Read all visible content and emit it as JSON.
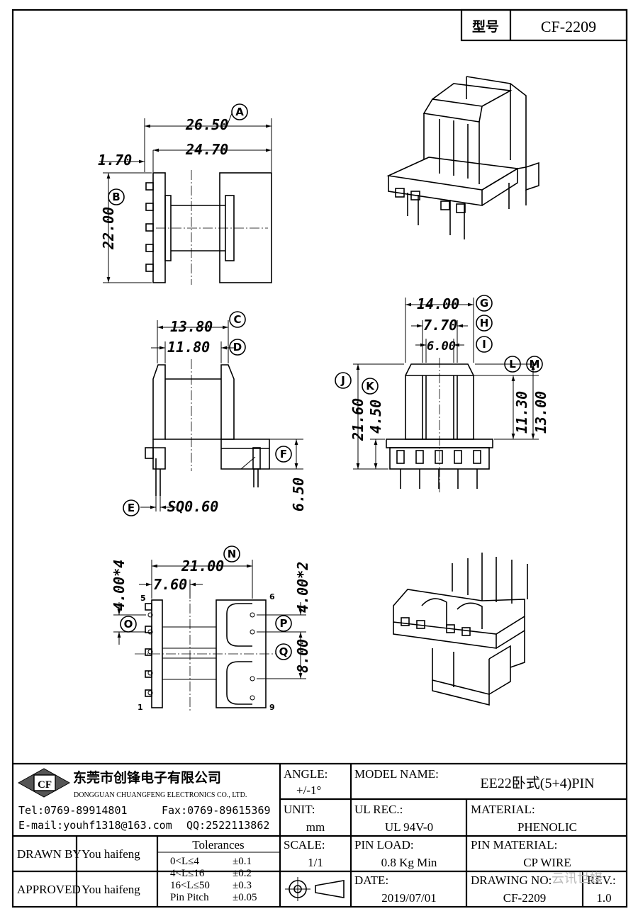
{
  "title_box": {
    "label": "型号",
    "value": "CF-2209"
  },
  "dimensions": {
    "A": "26.50",
    "a2": "24.70",
    "a3": "1.70",
    "B": "22.00",
    "C": "13.80",
    "D": "11.80",
    "E": "SQ0.60",
    "F": "6.50",
    "G": "14.00",
    "H": "7.70",
    "I": "6.00",
    "J": "21.60",
    "K": "4.50",
    "L": "11.30",
    "M": "13.00",
    "N": "21.00",
    "n2": "7.60",
    "O": "4.00*4",
    "P": "4.00*2",
    "Q": "8.00"
  },
  "callouts": [
    "A",
    "B",
    "C",
    "D",
    "E",
    "F",
    "G",
    "H",
    "I",
    "J",
    "K",
    "L",
    "M",
    "N",
    "O",
    "P",
    "Q"
  ],
  "pin_numbers": {
    "p1": "1",
    "p5": "5",
    "p6": "6",
    "p9": "9"
  },
  "company": {
    "name_cn": "东莞市创锋电子有限公司",
    "name_en": "DONGGUAN CHUANGFENG ELECTRONICS CO., LTD.",
    "logo_text": "CF",
    "tel": "Tel:0769-89914801",
    "fax": "Fax:0769-89615369",
    "email": "E-mail:youhf1318@163.com",
    "qq": "QQ:2522113862"
  },
  "title_block": {
    "angle_label": "ANGLE:",
    "angle_value": "+/-1°",
    "model_label": "MODEL NAME:",
    "model_value": "EE22卧式(5+4)PIN",
    "unit_label": "UNIT:",
    "unit_value": "mm",
    "ul_label": "UL REC.:",
    "ul_value": "UL 94V-0",
    "material_label": "MATERIAL:",
    "material_value": "PHENOLIC",
    "drawn_label": "DRAWN BY",
    "drawn_value": "You haifeng",
    "tol_label": "Tolerances",
    "tolerances": [
      {
        "range": "0<L≤4",
        "value": "±0.1"
      },
      {
        "range": "4<L≤16",
        "value": "±0.2"
      },
      {
        "range": "16<L≤50",
        "value": "±0.3"
      },
      {
        "range": "Pin Pitch",
        "value": "±0.05"
      }
    ],
    "scale_label": "SCALE:",
    "scale_value": "1/1",
    "pinload_label": "PIN LOAD:",
    "pinload_value": "0.8 Kg Min",
    "pinmat_label": "PIN MATERIAL:",
    "pinmat_value": "CP WIRE",
    "approved_label": "APPROVED",
    "approved_value": "You haifeng",
    "date_label": "DATE:",
    "date_value": "2019/07/01",
    "drawingno_label": "DRAWING NO:",
    "drawingno_value": "CF-2209",
    "rev_label": "REV.:",
    "rev_value": "1.0"
  },
  "watermark": "云讯世媒"
}
